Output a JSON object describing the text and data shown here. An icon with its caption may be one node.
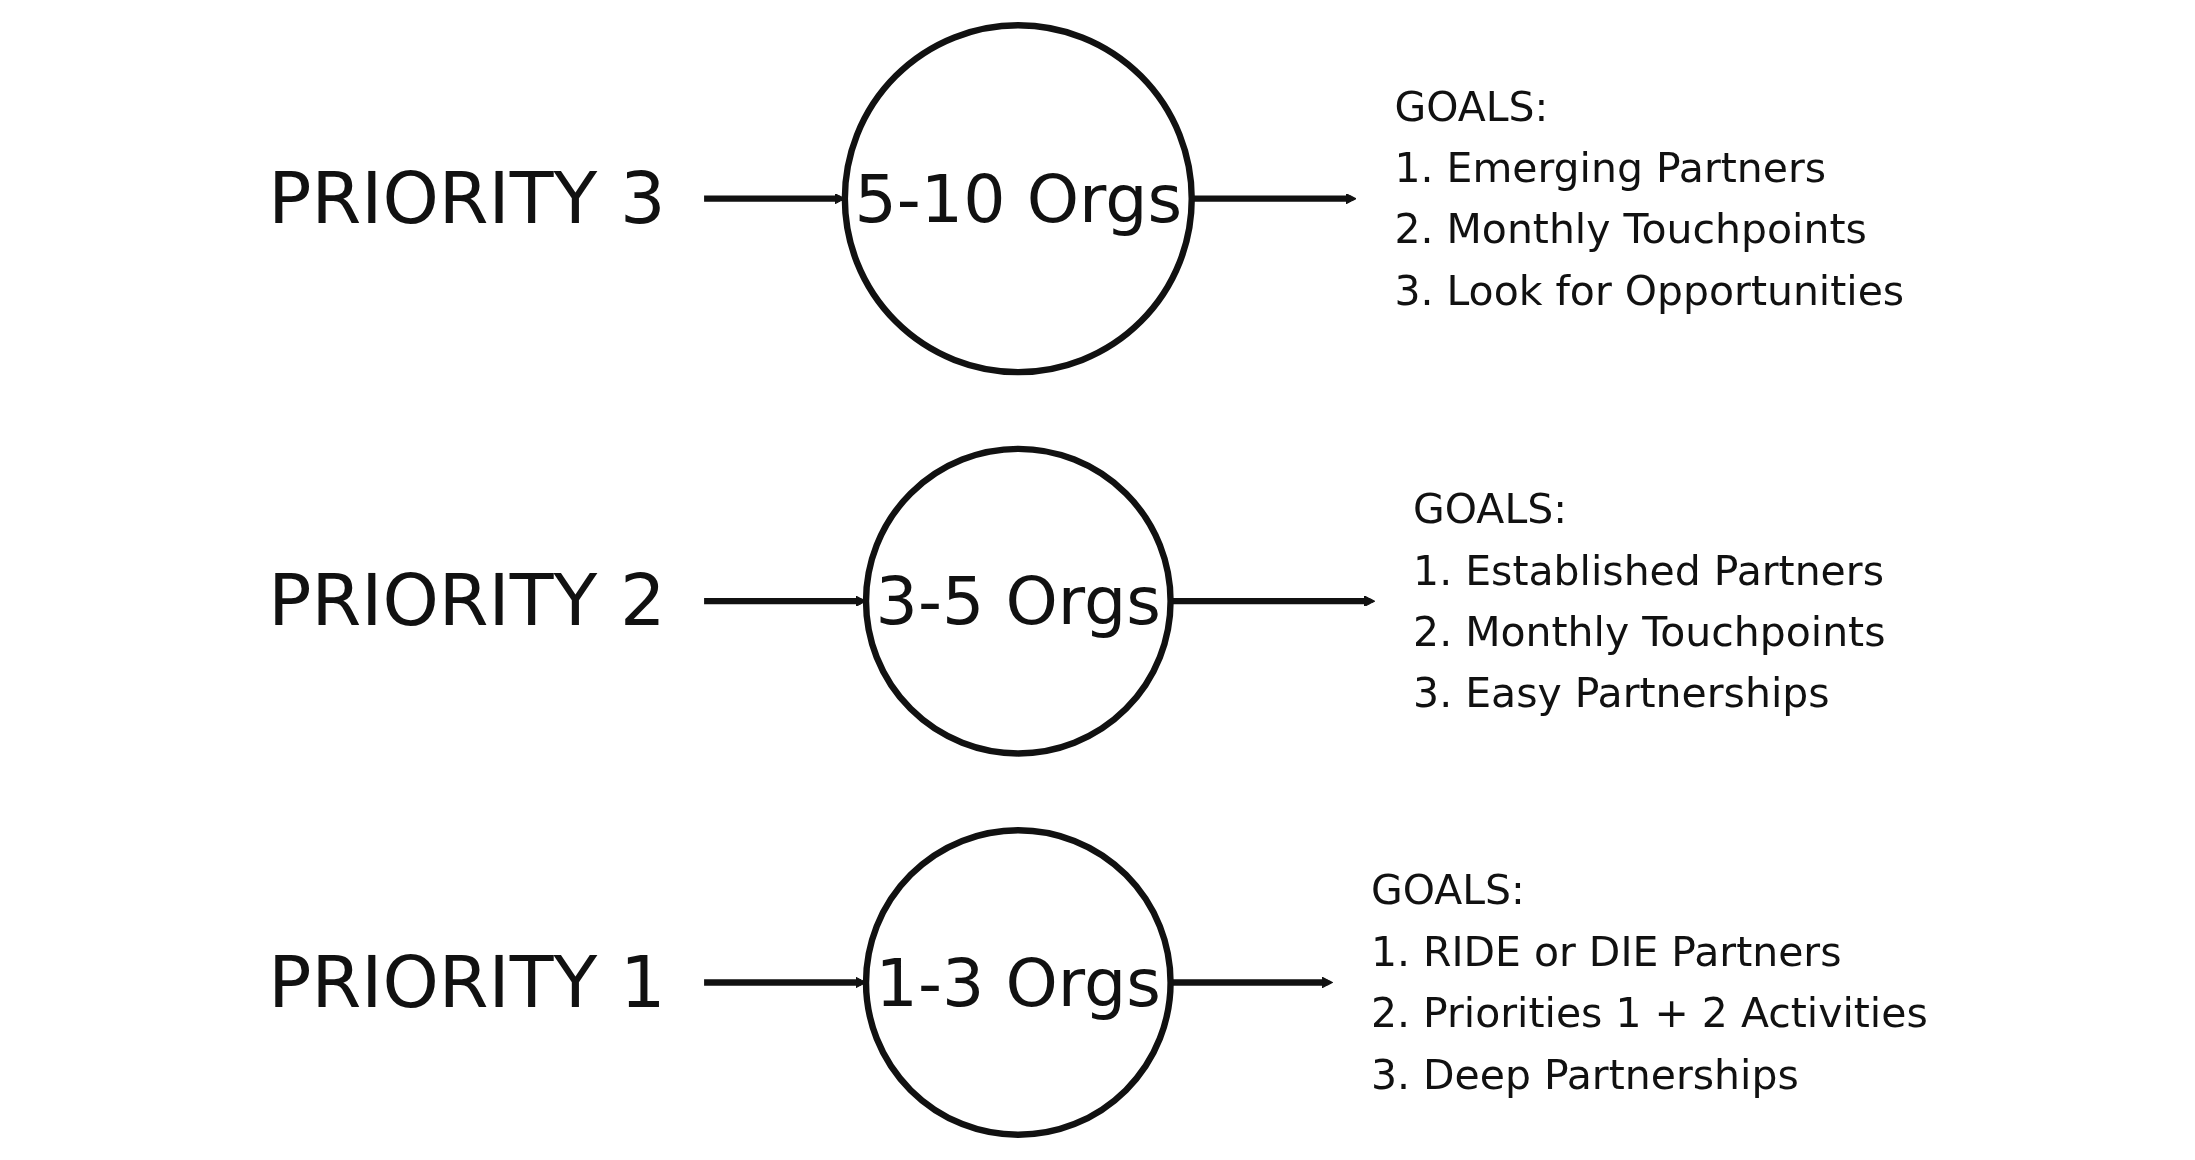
{
  "diagram": {
    "nodes": [
      {
        "text": [
          "PRIORITY 3"
        ]
      },
      {
        "text": [
          "5-10 Orgs"
        ]
      },
      {
        "text": [
          "GOALS:",
          "1. Emerging Partners",
          "2. Monthly Touchpoints",
          "3. Look for Opportunities"
        ]
      },
      {
        "text": [
          "PRIORITY 2"
        ]
      },
      {
        "text": [
          "3-5 Orgs"
        ]
      },
      {
        "text": [
          "GOALS:",
          "1. Established Partners",
          "2. Monthly Touchpoints",
          "3. Easy Partnerships"
        ]
      },
      {
        "text": [
          "PRIORITY 1"
        ]
      },
      {
        "text": [
          "1-3 Orgs"
        ]
      },
      {
        "text": [
          "GOALS:",
          "1. RIDE or DIE Partners",
          "2. Priorities 1 + 2 Activities",
          "3. Deep Partnerships"
        ]
      }
    ],
    "edges": [
      {
        "from": 0,
        "to": 1,
        "arrow": "to"
      },
      {
        "from": 1,
        "to": 2,
        "arrow": "to"
      },
      {
        "from": 3,
        "to": 4,
        "arrow": "to"
      },
      {
        "from": 4,
        "to": 5,
        "arrow": "to"
      },
      {
        "from": 6,
        "to": 7,
        "arrow": "to"
      },
      {
        "from": 7,
        "to": 8,
        "arrow": "to"
      }
    ]
  }
}
